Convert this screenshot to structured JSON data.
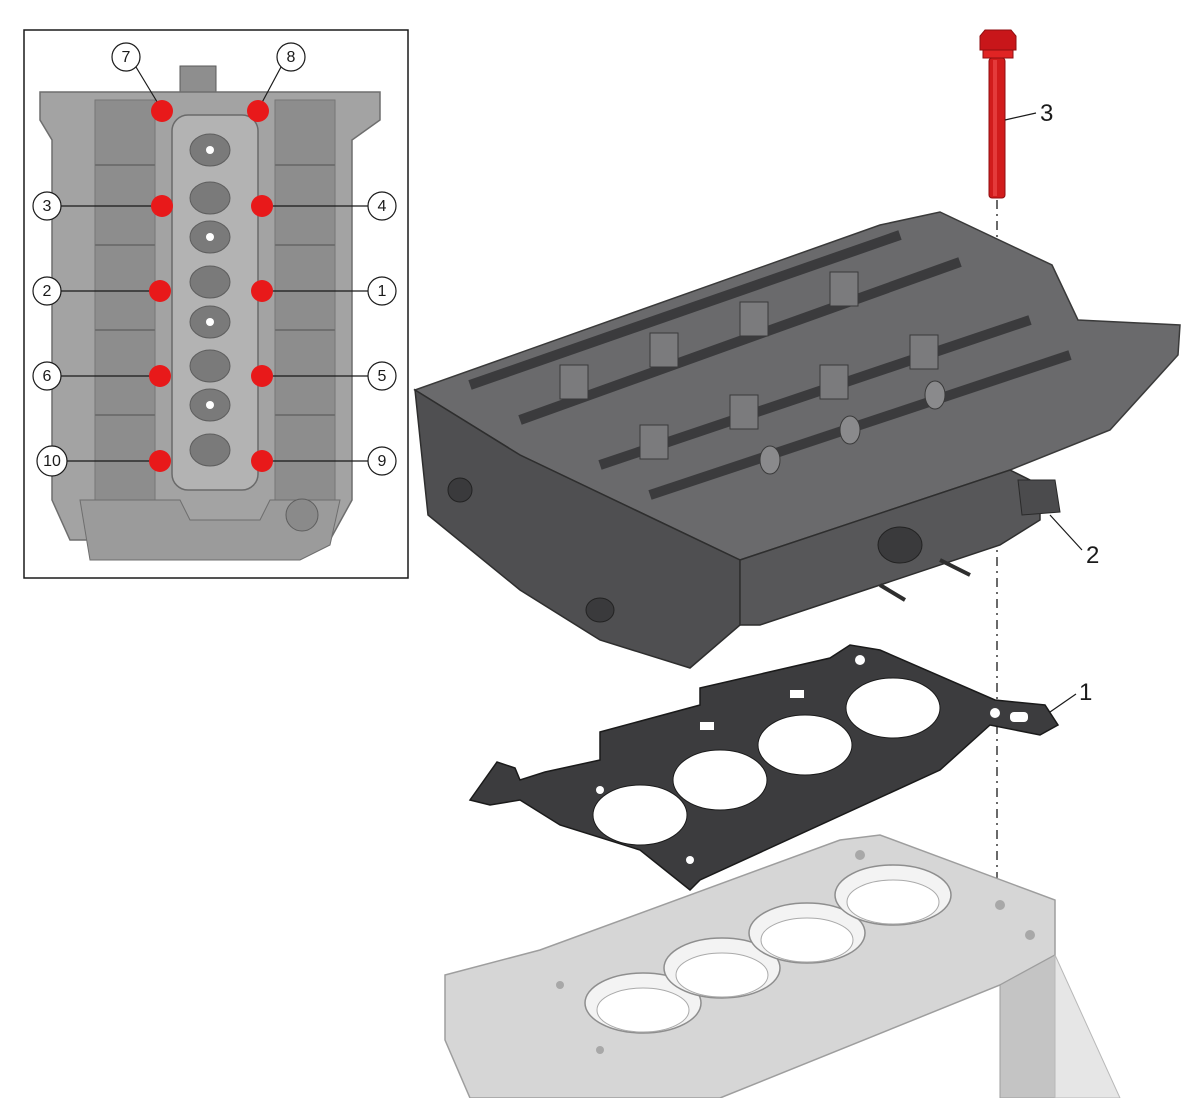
{
  "colors": {
    "bolt_marker": "#e8191a",
    "bolt": "#d11c1c",
    "cylinder_head": "#5a5a5c",
    "gasket": "#3c3c3e",
    "engine_block": "#d9d9d9",
    "inset_head": "#9a9a9a",
    "inset_frame": "#1a1a1a"
  },
  "inset": {
    "tightening_sequence": [
      {
        "label": "7"
      },
      {
        "label": "8"
      },
      {
        "label": "3"
      },
      {
        "label": "4"
      },
      {
        "label": "2"
      },
      {
        "label": "1"
      },
      {
        "label": "6"
      },
      {
        "label": "5"
      },
      {
        "label": "10"
      },
      {
        "label": "9"
      }
    ]
  },
  "callouts": {
    "gasket": "1",
    "cylinder_head": "2",
    "head_bolt": "3"
  }
}
